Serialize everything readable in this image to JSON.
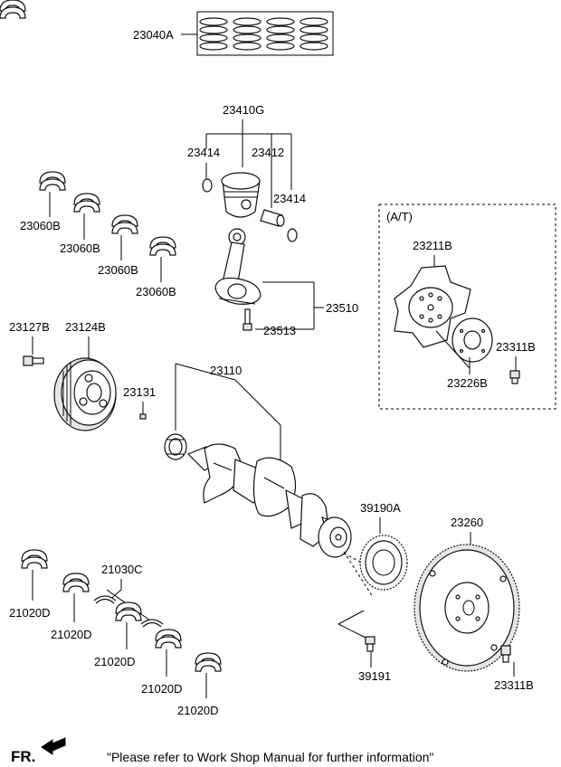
{
  "labels": {
    "piston_ring_set": "23040A",
    "piston_assy": "23410G",
    "snap_ring_left": "23414",
    "piston_pin": "23412",
    "snap_ring_right": "23414",
    "bearing_upper_1": "23060B",
    "bearing_upper_2": "23060B",
    "bearing_upper_3": "23060B",
    "bearing_upper_4": "23060B",
    "connecting_rod": "23510",
    "rod_bolt": "23513",
    "at_section": "(A/T)",
    "drive_plate": "23211B",
    "drive_plate_bolt": "23311B",
    "adapter_plate": "23226B",
    "pulley_bolt": "23127B",
    "damper_pulley": "23124B",
    "crankshaft": "23110",
    "key": "23131",
    "sensor_wheel": "39190A",
    "flywheel": "23260",
    "thrust_bearing": "21030C",
    "bearing_lower_1": "21020D",
    "bearing_lower_2": "21020D",
    "bearing_lower_3": "21020D",
    "bearing_lower_4": "21020D",
    "bearing_lower_5": "21020D",
    "sensor_wheel_bolt": "39191",
    "flywheel_bolt": "23311B"
  },
  "footer": {
    "fr_label": "FR.",
    "note": "\"Please refer to Work Shop Manual for further information\""
  }
}
